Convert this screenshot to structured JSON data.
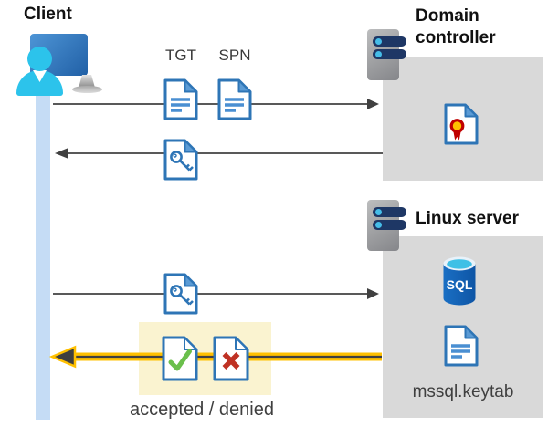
{
  "diagram": {
    "client": {
      "label": "Client"
    },
    "domain_controller": {
      "label": "Domain controller"
    },
    "linux_server": {
      "label": "Linux server",
      "sql_badge": "SQL",
      "keytab_label": "mssql.keytab"
    },
    "requests": {
      "tgt_label": "TGT",
      "spn_label": "SPN"
    },
    "response": {
      "accepted_denied_label": "accepted / denied"
    },
    "icons": {
      "client": "user-at-monitor-icon",
      "servers": "server-rack-icon",
      "ticket": "document-icon",
      "session_key": "key-document-icon",
      "certificate": "certificate-document-icon",
      "database": "sql-database-icon",
      "accepted": "check-document-icon",
      "denied": "cross-document-icon"
    },
    "colors": {
      "accent_blue": "#2e75b6",
      "fold_blue": "#5b9bd5",
      "box_gray": "#d9d9d9",
      "server_navy": "#1e3765",
      "server_dot_cyan": "#45bde8",
      "client_cyan": "#2cc3eb",
      "client_bar_blue": "#c5dcf5",
      "highlight_yellow_fill": "#faf3d0",
      "arrow_yellow": "#ffc000",
      "arrow_gray": "#595959",
      "check_green": "#6abf4b",
      "cross_red": "#bf3123",
      "sql_blue": "#1463b5",
      "cert_ring_red": "#c00000",
      "cert_center_yellow": "#ffc000"
    }
  }
}
